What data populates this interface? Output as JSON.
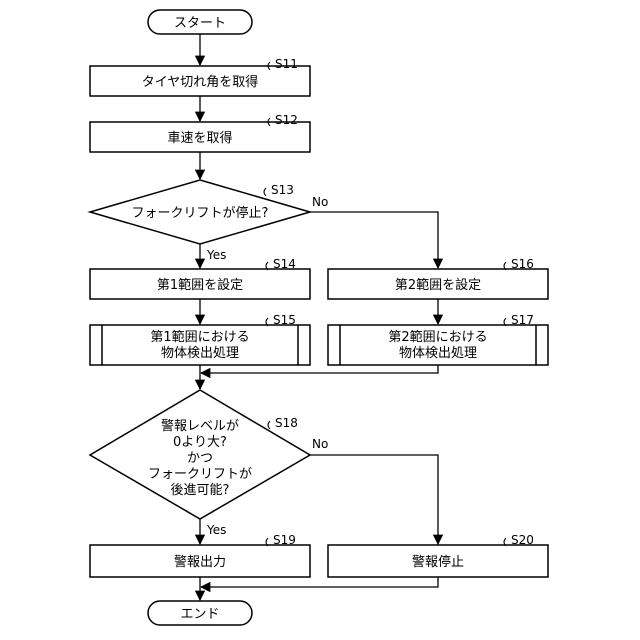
{
  "nodes": {
    "start": "スタート",
    "s11": "タイヤ切れ角を取得",
    "s12": "車速を取得",
    "s13": "フォークリフトが停止?",
    "s14": "第1範囲を設定",
    "s15": [
      "第1範囲における",
      "物体検出処理"
    ],
    "s16": "第2範囲を設定",
    "s17": [
      "第2範囲における",
      "物体検出処理"
    ],
    "s18": [
      "警報レベルが",
      "0より大?",
      "かつ",
      "フォークリフトが",
      "後進可能?"
    ],
    "s19": "警報出力",
    "s20": "警報停止",
    "end": "エンド"
  },
  "step_labels": {
    "s11": "S11",
    "s12": "S12",
    "s13": "S13",
    "s14": "S14",
    "s15": "S15",
    "s16": "S16",
    "s17": "S17",
    "s18": "S18",
    "s19": "S19",
    "s20": "S20"
  },
  "branches": {
    "s13_yes": "Yes",
    "s13_no": "No",
    "s18_yes": "Yes",
    "s18_no": "No"
  }
}
